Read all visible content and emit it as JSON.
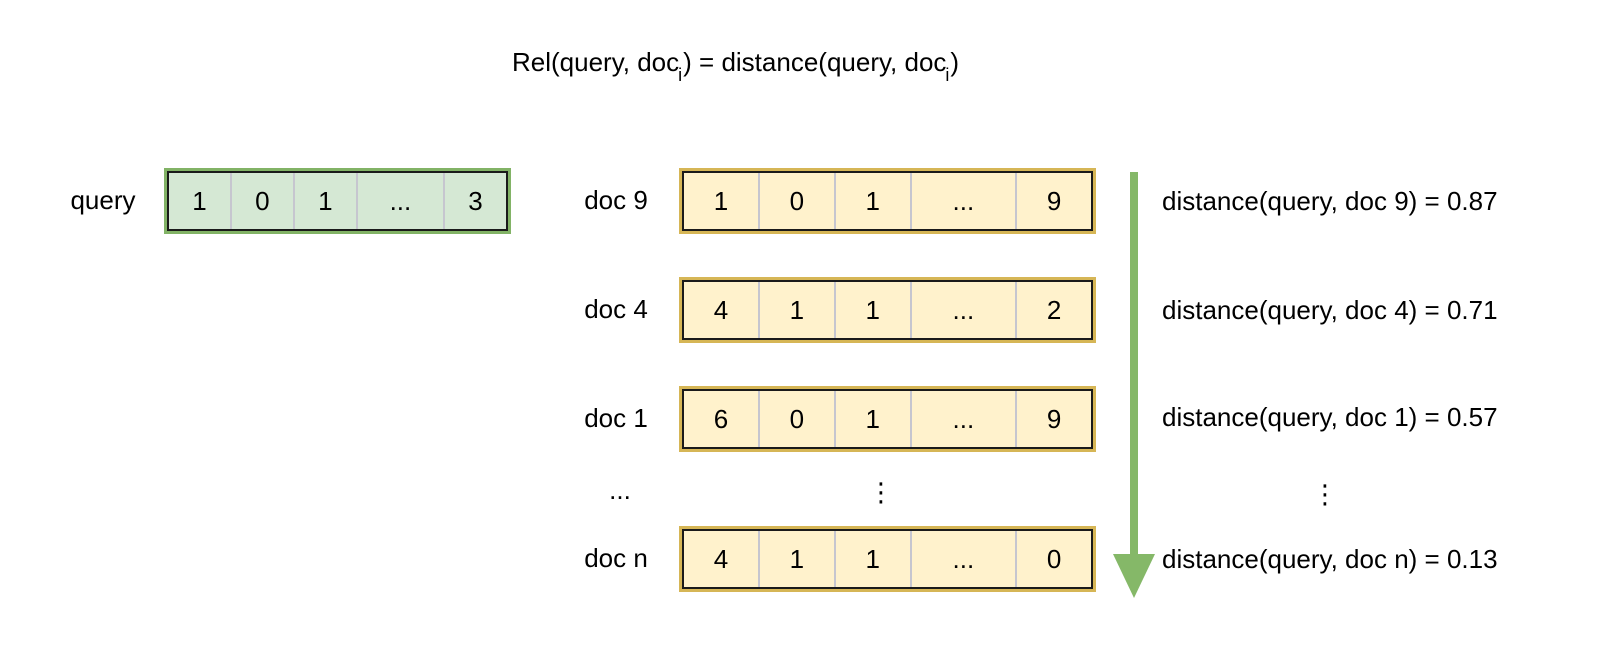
{
  "formula": {
    "part1": "Rel(query, doc",
    "sub1": "i",
    "part2": ") = distance(query, doc",
    "sub2": "i",
    "part3": ")"
  },
  "query": {
    "label": "query",
    "cells": [
      "1",
      "0",
      "1",
      "...",
      "3"
    ]
  },
  "docs": [
    {
      "label": "doc 9",
      "cells": [
        "1",
        "0",
        "1",
        "...",
        "9"
      ],
      "distance": "distance(query, doc 9) = 0.87"
    },
    {
      "label": "doc 4",
      "cells": [
        "4",
        "1",
        "1",
        "...",
        "2"
      ],
      "distance": "distance(query, doc 4) = 0.71"
    },
    {
      "label": "doc 1",
      "cells": [
        "6",
        "0",
        "1",
        "...",
        "9"
      ],
      "distance": "distance(query, doc 1) = 0.57"
    },
    {
      "label": "doc n",
      "cells": [
        "4",
        "1",
        "1",
        "...",
        "0"
      ],
      "distance": "distance(query, doc n) = 0.13"
    }
  ],
  "ellipsis": {
    "row_label": "...",
    "vector_mark": "⋮",
    "distance_mark": "⋮"
  },
  "colors": {
    "query_fill": "#d5e8d4",
    "query_border": "#82b366",
    "doc_fill": "#fff2cc",
    "doc_border": "#d6b656",
    "inner_border": "#1a1a1a",
    "cell_divider": "#c6c6cf",
    "arrow": "#85b868",
    "text": "#000000",
    "background": "#ffffff"
  }
}
